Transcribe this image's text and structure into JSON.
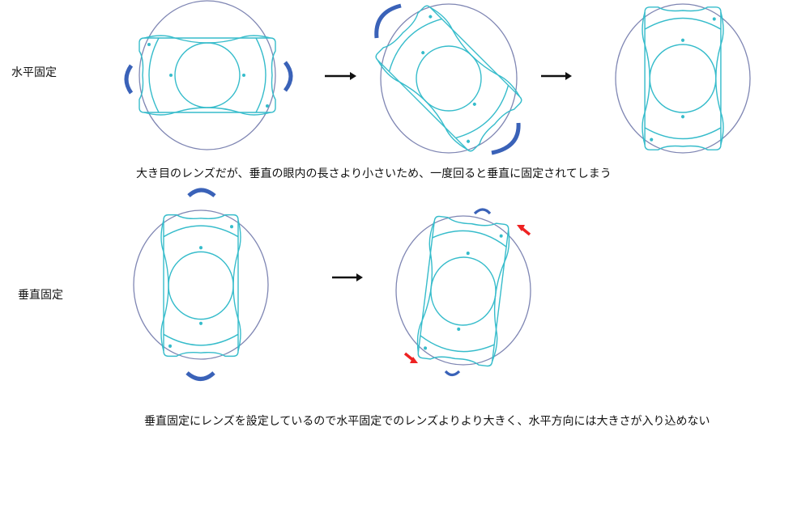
{
  "rows": [
    {
      "label": "水平固定",
      "caption": "大き目のレンズだが、垂直の眼内の長さより小さいため、一度回ると垂直に固定されてしまう",
      "stages": [
        "horizontal-fixed",
        "rotating",
        "vertical-fixed"
      ]
    },
    {
      "label": "垂直固定",
      "caption": "垂直固定にレンズを設定しているので水平固定でのレンズよりより大きく、水平方向には大きさが入り込めない",
      "stages": [
        "vertical-fixed",
        "slightly-rotated-pressed"
      ]
    }
  ],
  "colors": {
    "eye_outline": "#7f86b3",
    "lens": "#36bccb",
    "rotation_arrow": "#3a62b8",
    "flow_arrow": "#111111",
    "pressure_arrow": "#ee2222"
  }
}
